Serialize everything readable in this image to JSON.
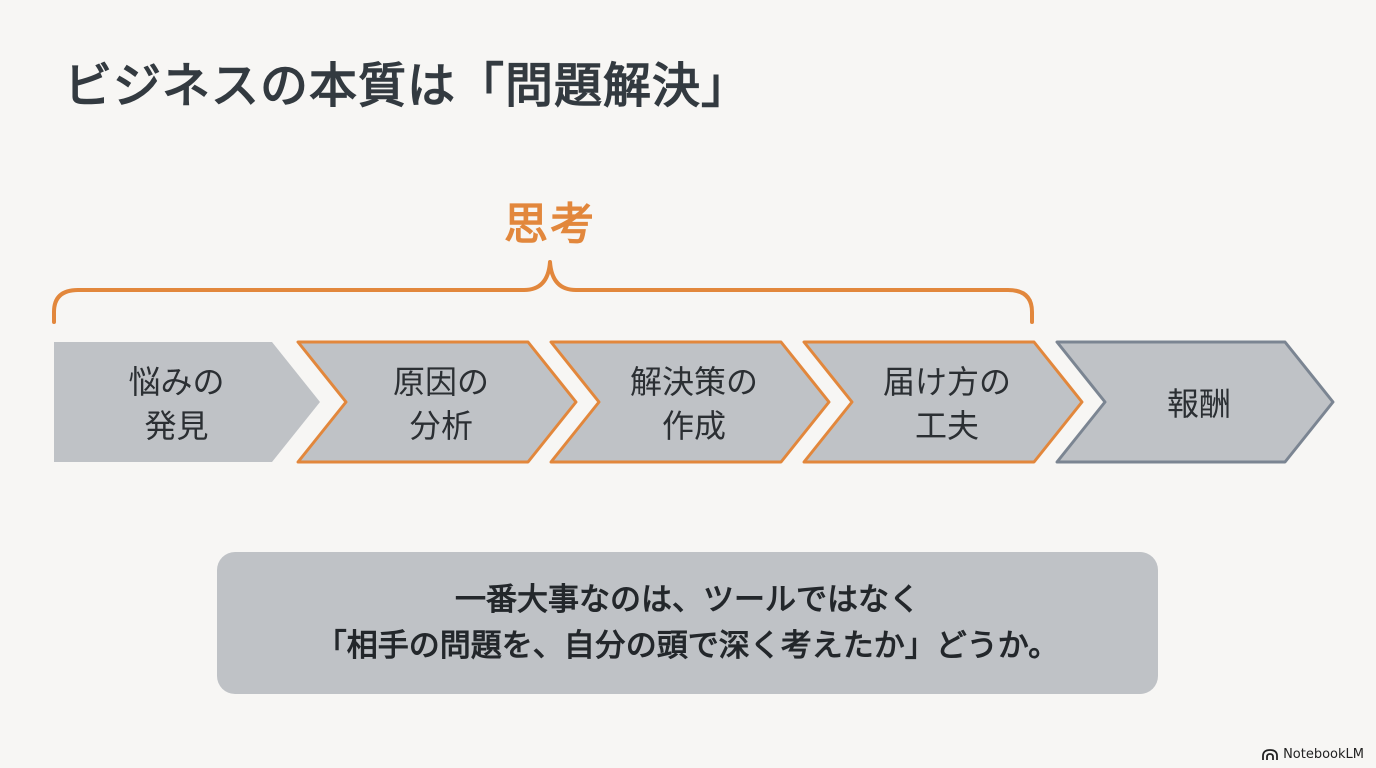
{
  "title": "ビジネスの本質は「問題解決」",
  "brace_label": "思考",
  "colors": {
    "accent_orange": "#e2873c",
    "step_fill": "#bfc2c6",
    "reward_border": "#7b8592",
    "text_dark": "#2b2f33"
  },
  "steps": [
    {
      "label": "悩みの\n発見",
      "border": "none"
    },
    {
      "label": "原因の\n分析",
      "border": "orange"
    },
    {
      "label": "解決策の\n作成",
      "border": "orange"
    },
    {
      "label": "届け方の\n工夫",
      "border": "orange"
    },
    {
      "label": "報酬",
      "border": "gray"
    }
  ],
  "callout": {
    "line1": "一番大事なのは、ツールではなく",
    "line2": "「相手の問題を、自分の頭で深く考えたか」どうか。"
  },
  "watermark": {
    "text": "NotebookLM",
    "icon": "notebooklm-logo-icon"
  }
}
